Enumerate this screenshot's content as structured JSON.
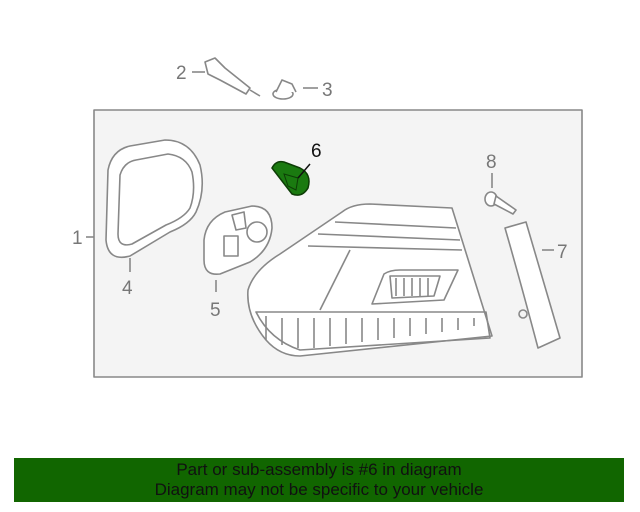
{
  "diagram": {
    "callouts": [
      "1",
      "2",
      "3",
      "4",
      "5",
      "6",
      "7",
      "8"
    ],
    "highlighted_part": "6",
    "highlight_color": "#1a7a10",
    "line_color": "#888888",
    "panel_background": "#f4f4f4"
  },
  "banner": {
    "line1": "Part or sub-assembly is #6 in diagram",
    "line2": "Diagram may not be specific to your vehicle",
    "background": "#116600"
  }
}
